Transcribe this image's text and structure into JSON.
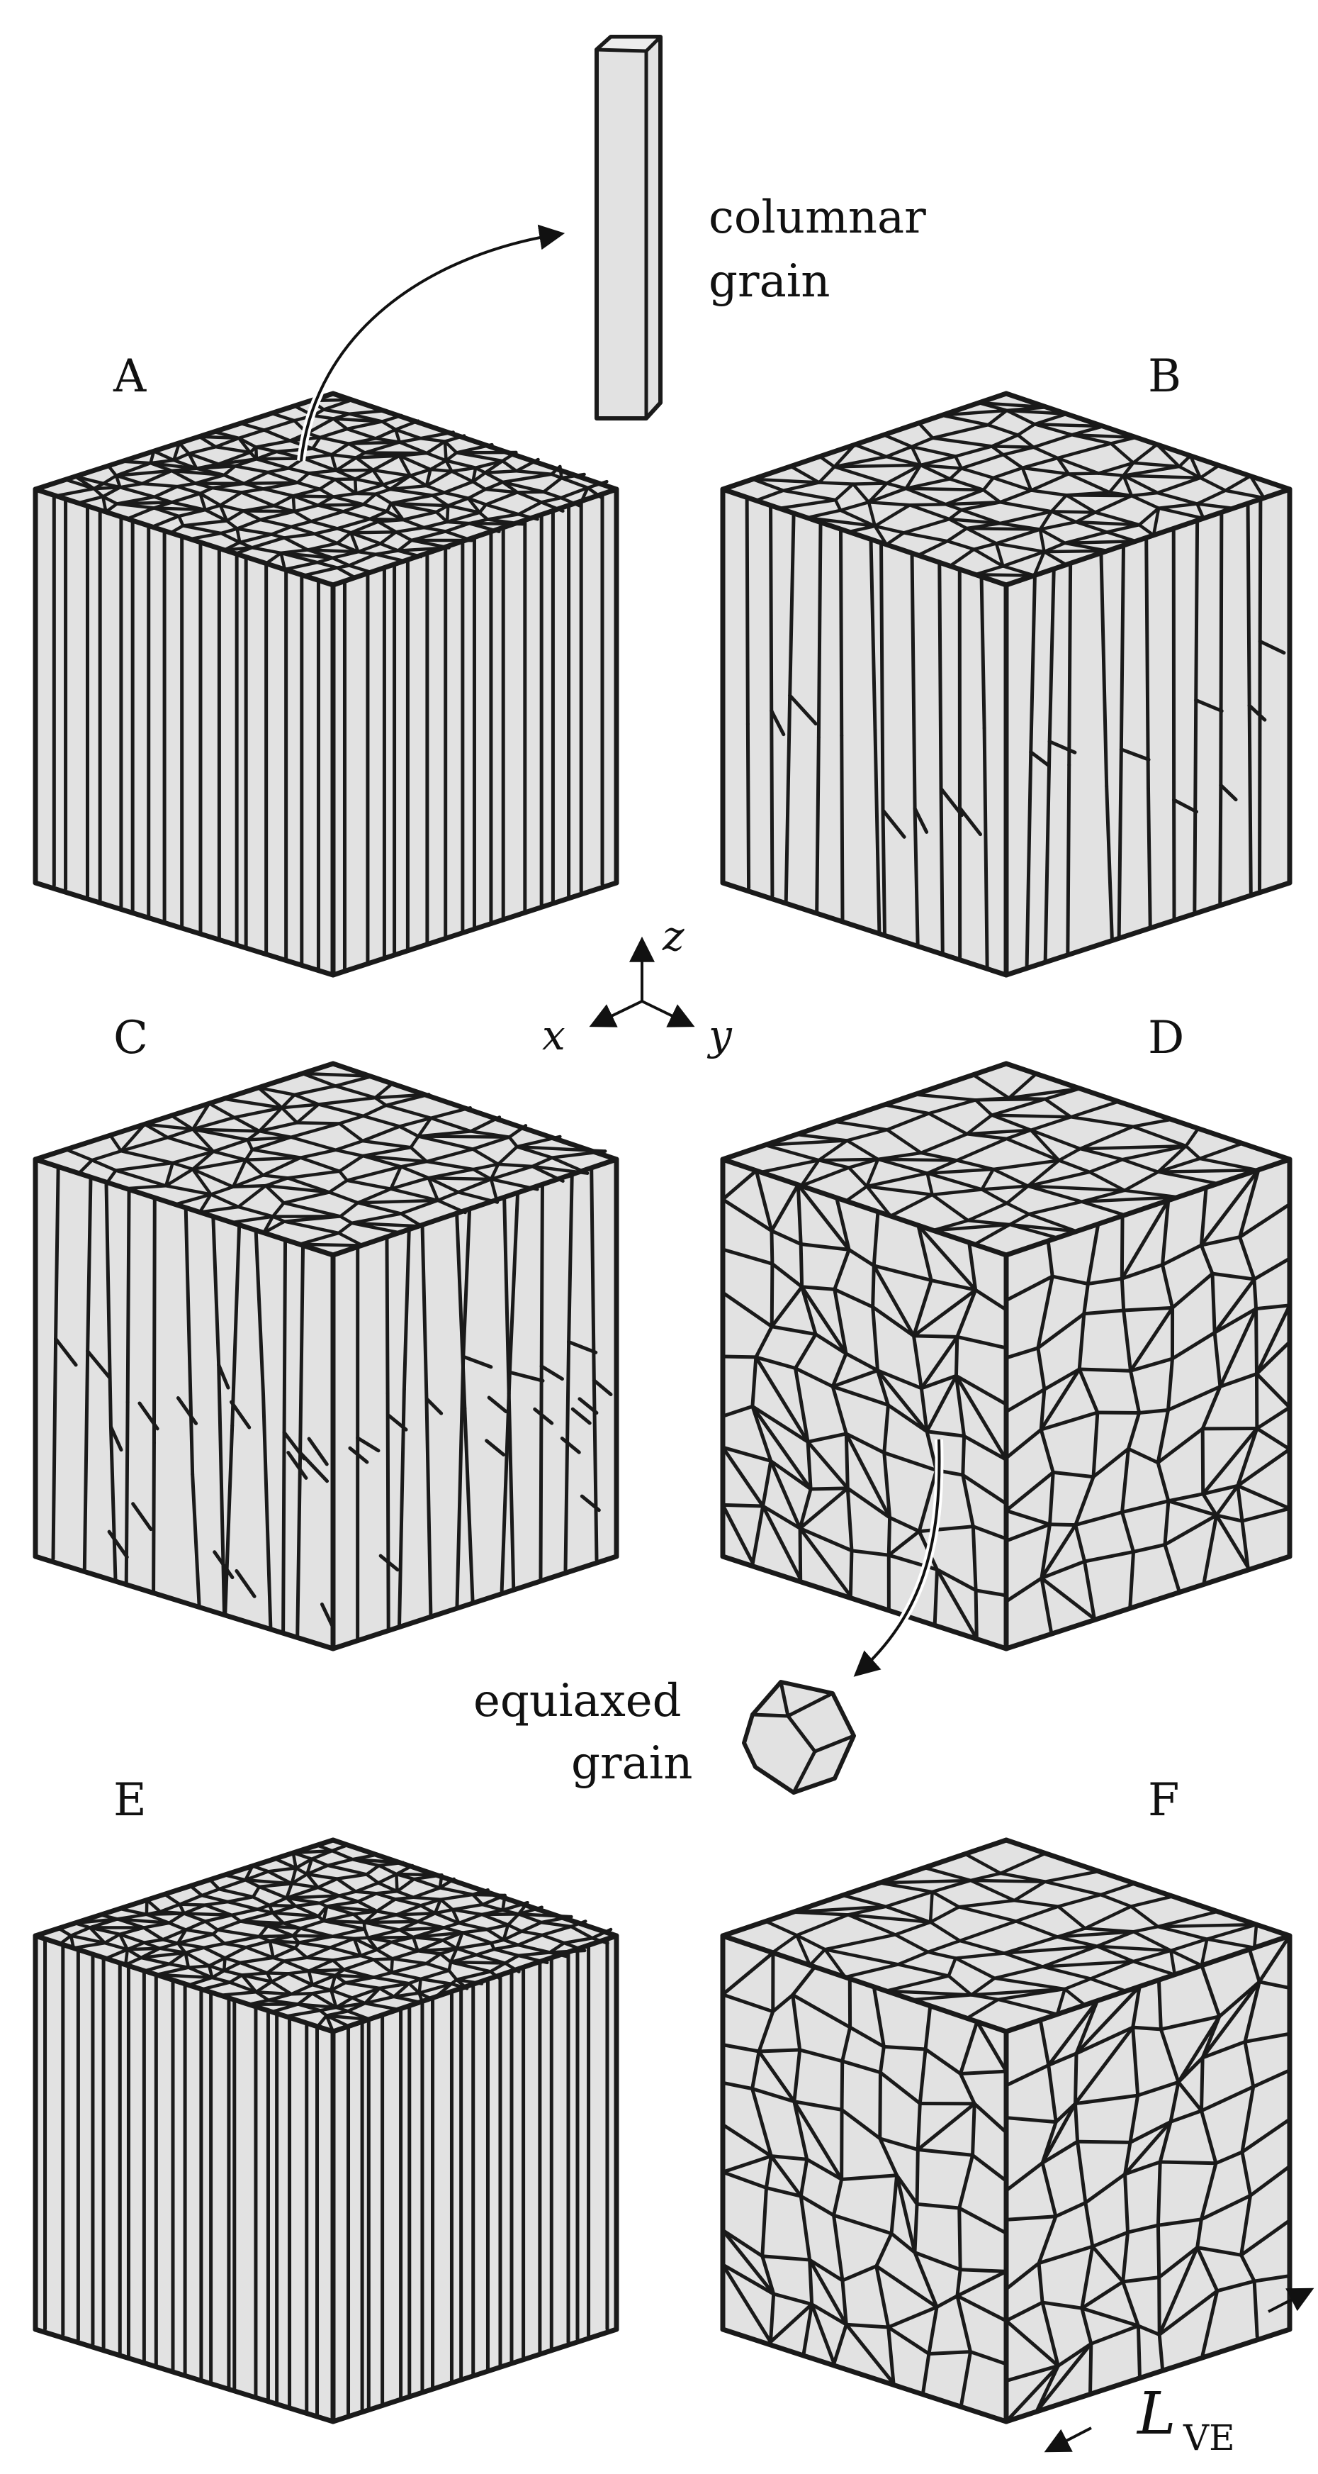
{
  "panels": [
    {
      "id": "A",
      "label": "A",
      "style": "columnar"
    },
    {
      "id": "B",
      "label": "B",
      "style": "columnar-irregular"
    },
    {
      "id": "C",
      "label": "C",
      "style": "columnar-tapered"
    },
    {
      "id": "D",
      "label": "D",
      "style": "equiaxed"
    },
    {
      "id": "E",
      "label": "E",
      "style": "columnar-fine"
    },
    {
      "id": "F",
      "label": "F",
      "style": "equiaxed"
    }
  ],
  "callouts": {
    "columnar": {
      "line1": "columnar",
      "line2": "grain"
    },
    "equiaxed": {
      "line1": "equiaxed",
      "line2": "grain"
    }
  },
  "axes": {
    "x": "x",
    "y": "y",
    "z": "z"
  },
  "length": {
    "symbol": "L",
    "subscript": "VE"
  },
  "colors": {
    "face": "#e2e2e2",
    "edge": "#1a1a1a",
    "background": "#ffffff"
  }
}
